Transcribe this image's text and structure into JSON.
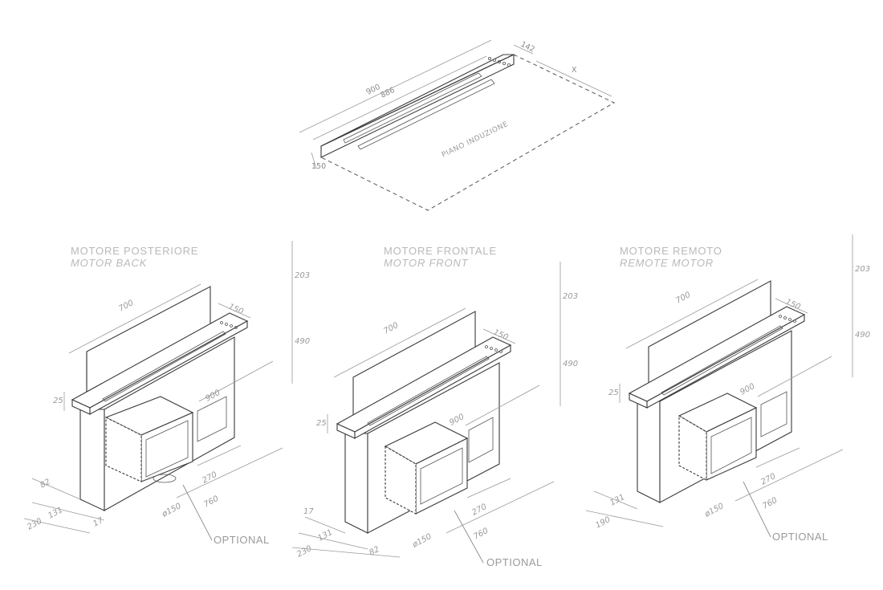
{
  "top_view": {
    "label": "PIANO INDUZIONE",
    "dims": {
      "length_outer": "900",
      "length_inner": "886",
      "depth": "142",
      "side": "150",
      "x": "X"
    }
  },
  "variants": [
    {
      "title": "MOTORE POSTERIORE",
      "subtitle": "MOTOR BACK",
      "optional": "OPTIONAL",
      "dims": {
        "d700": "700",
        "d150": "150",
        "d203": "203",
        "d490": "490",
        "d25": "25",
        "d900": "900",
        "d270": "270",
        "d760": "760",
        "d150b": "ø150",
        "d82": "82",
        "d131": "131",
        "d230": "230",
        "d17": "17"
      }
    },
    {
      "title": "MOTORE FRONTALE",
      "subtitle": "MOTOR FRONT",
      "optional": "OPTIONAL",
      "dims": {
        "d700": "700",
        "d150": "150",
        "d203": "203",
        "d490": "490",
        "d25": "25",
        "d900": "900",
        "d270": "270",
        "d760": "760",
        "d150b": "ø150",
        "d17": "17",
        "d131": "131",
        "d230": "230",
        "d82": "82"
      }
    },
    {
      "title": "MOTORE REMOTO",
      "subtitle": "REMOTE MOTOR",
      "optional": "OPTIONAL",
      "dims": {
        "d700": "700",
        "d150": "150",
        "d203": "203",
        "d490": "490",
        "d25": "25",
        "d900": "900",
        "d270": "270",
        "d760": "760",
        "d150b": "ø150",
        "d131": "131",
        "d190": "190"
      }
    }
  ]
}
